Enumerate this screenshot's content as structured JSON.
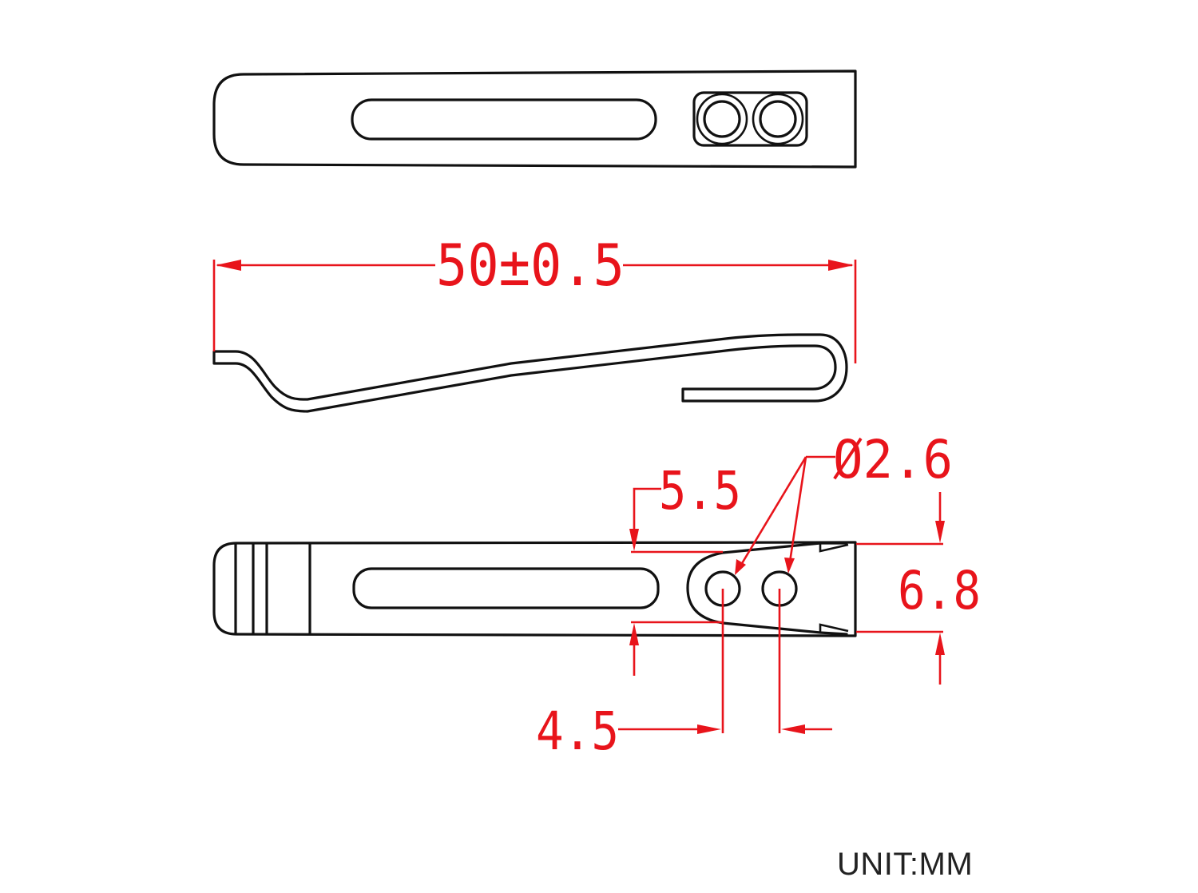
{
  "drawing": {
    "title": "Pocket clip technical drawing",
    "views": [
      {
        "name": "top-view",
        "features": [
          "long slot",
          "double countersunk screw holes"
        ]
      },
      {
        "name": "side-profile-view",
        "features": [
          "bent spring profile",
          "hook end"
        ]
      },
      {
        "name": "bottom-view",
        "features": [
          "grip grooves",
          "long slot",
          "two mounting holes"
        ]
      }
    ],
    "colors": {
      "part_outline": "#111111",
      "dimension": "#e8141b",
      "background": "#ffffff"
    }
  },
  "dimensions": {
    "overall_length": "50±0.5",
    "hole_diameter": "Ø2.6",
    "hole_offset_from_edge": "5.5",
    "clip_width": "6.8",
    "hole_spacing": "4.5"
  },
  "unit": {
    "label": "UNIT:MM"
  }
}
